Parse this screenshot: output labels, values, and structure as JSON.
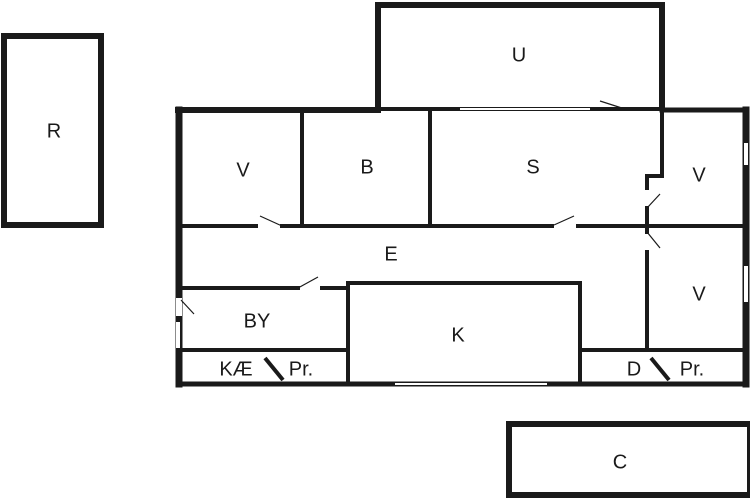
{
  "floorplan": {
    "rooms": {
      "r": {
        "label": "R"
      },
      "u": {
        "label": "U"
      },
      "v1": {
        "label": "V"
      },
      "b": {
        "label": "B"
      },
      "s": {
        "label": "S"
      },
      "v2": {
        "label": "V"
      },
      "e": {
        "label": "E"
      },
      "v3": {
        "label": "V"
      },
      "by": {
        "label": "BY"
      },
      "k": {
        "label": "K"
      },
      "kae": {
        "label": "KÆ",
        "separator": "\\",
        "suffix": "Pr."
      },
      "d": {
        "label": "D",
        "separator": "\\",
        "suffix": "Pr."
      },
      "c": {
        "label": "C"
      }
    },
    "colors": {
      "wall": "#1a1a1a",
      "background": "#ffffff"
    }
  }
}
